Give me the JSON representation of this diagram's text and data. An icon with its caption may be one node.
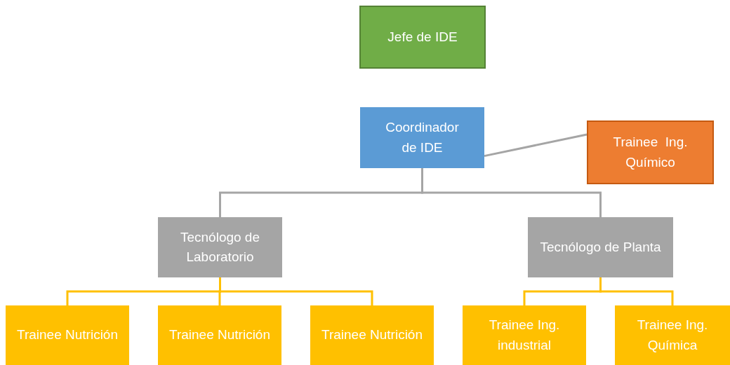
{
  "diagram": {
    "nodes": [
      {
        "text": [
          "Jefe de IDE"
        ]
      },
      {
        "text": [
          "Coordinador de IDE"
        ]
      },
      {
        "text": [
          "Trainee  Ing. Químico"
        ]
      },
      {
        "text": [
          "Tecnólogo de Laboratorio"
        ]
      },
      {
        "text": [
          "Tecnólogo de Planta"
        ]
      },
      {
        "text": [
          "Trainee Nutrición"
        ]
      },
      {
        "text": [
          "Trainee Nutrición"
        ]
      },
      {
        "text": [
          "Trainee Nutrición"
        ]
      },
      {
        "text": [
          "Trainee Ing. industrial"
        ]
      },
      {
        "text": [
          "Trainee Ing. Química"
        ]
      }
    ],
    "edges": [
      {
        "from": 1,
        "to": 2,
        "arrow": "none",
        "color": "#a5a5a5"
      },
      {
        "from": 1,
        "to": 3,
        "arrow": "none",
        "color": "#a5a5a5"
      },
      {
        "from": 1,
        "to": 4,
        "arrow": "none",
        "color": "#a5a5a5"
      },
      {
        "from": 3,
        "to": 5,
        "arrow": "none"
      },
      {
        "from": 3,
        "to": 6,
        "arrow": "none"
      },
      {
        "from": 3,
        "to": 7,
        "arrow": "none"
      },
      {
        "from": 4,
        "to": 8,
        "arrow": "none"
      },
      {
        "from": 4,
        "to": 9,
        "arrow": "none"
      }
    ]
  }
}
